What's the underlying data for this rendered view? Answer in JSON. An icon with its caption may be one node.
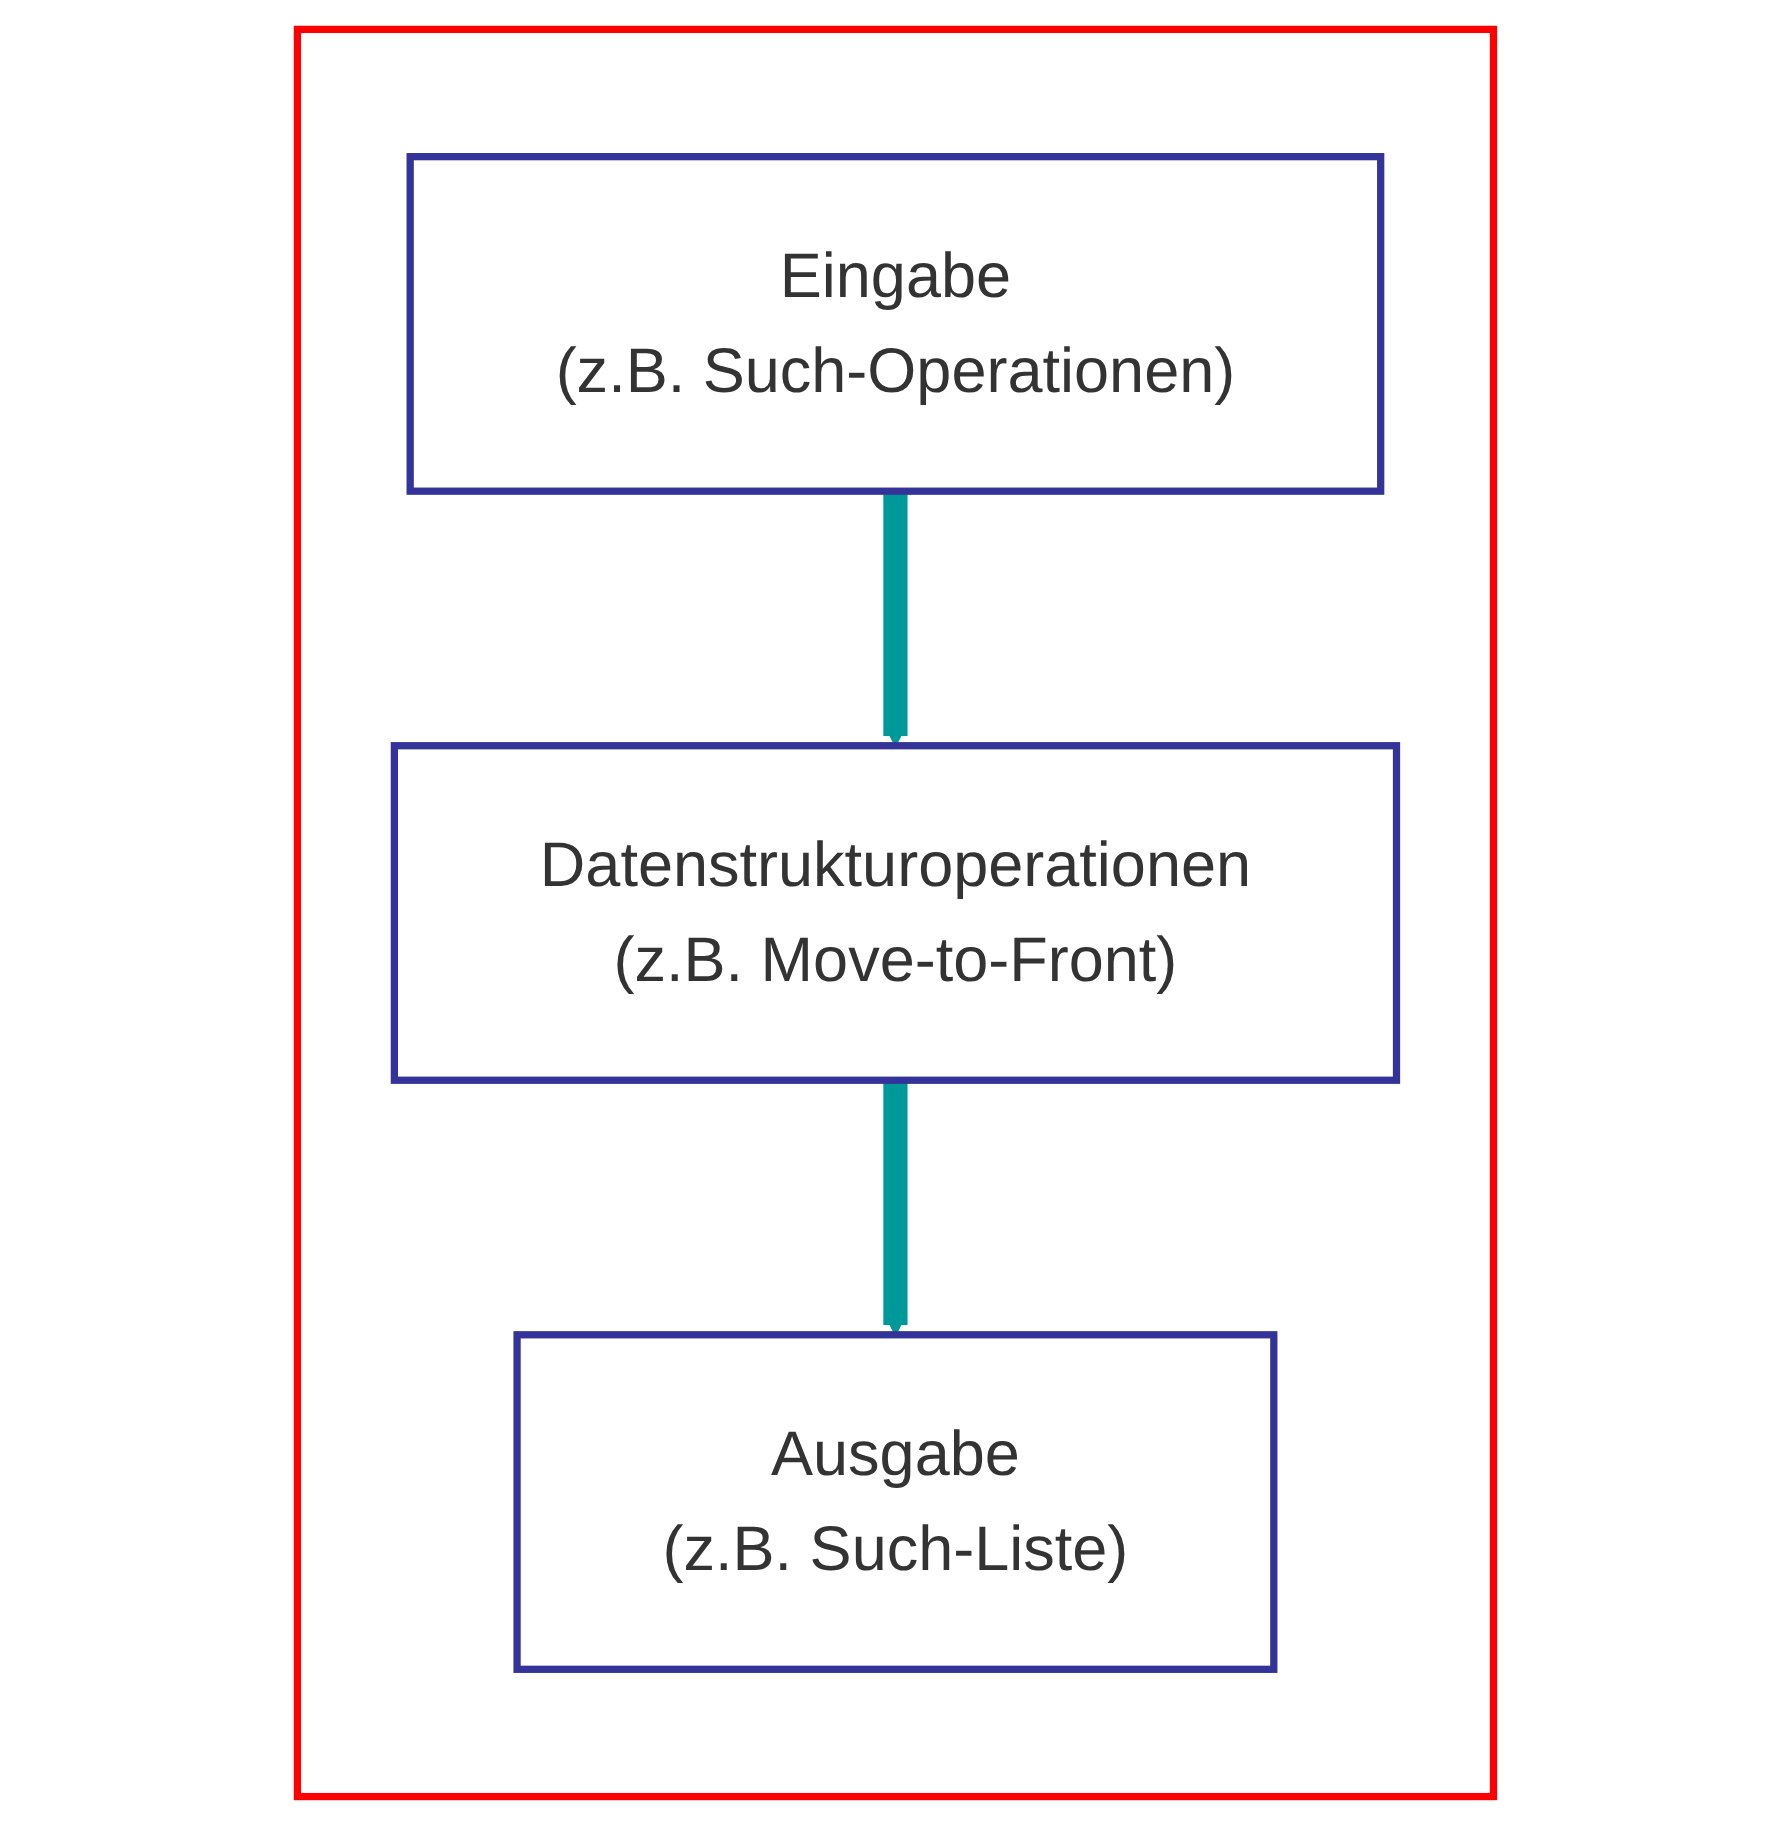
{
  "diagram": {
    "nodes": [
      {
        "text": [],
        "shape": "box"
      },
      {
        "text": [
          "Eingabe",
          "(z.B. Such-Operationen)"
        ],
        "in": 0
      },
      {
        "text": [
          "Datenstrukturoperationen",
          "(z.B. Move-to-Front)"
        ],
        "in": 0
      },
      {
        "text": [
          "Ausgabe",
          "(z.B. Such-Liste)"
        ],
        "in": 0
      }
    ],
    "edges": [
      {
        "from": 1,
        "to": 2,
        "arrow": "to",
        "color": "#009999"
      },
      {
        "from": 2,
        "to": 3,
        "arrow": "to",
        "color": "#009999"
      }
    ]
  }
}
